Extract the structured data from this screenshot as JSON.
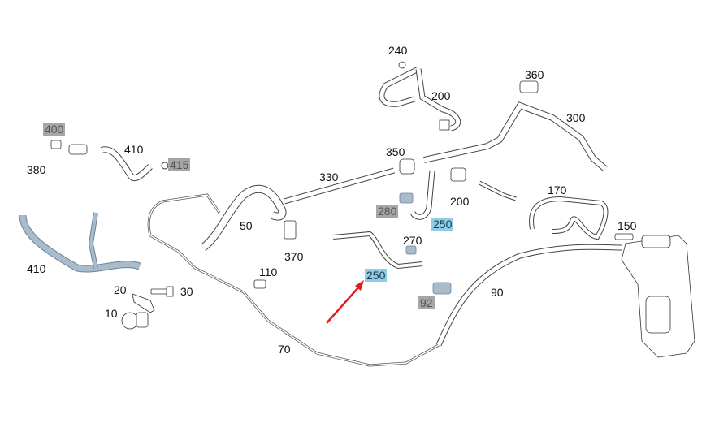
{
  "diagram": {
    "title": "Coolant hoses exploded parts diagram",
    "highlight_color": "#8fcde6",
    "grey_label_color": "#a6a6a6",
    "arrow_color": "#e8191c",
    "labels": [
      {
        "id": "l400",
        "text": "400",
        "style": "grey"
      },
      {
        "id": "l380",
        "text": "380",
        "style": "plain"
      },
      {
        "id": "l410a",
        "text": "410",
        "style": "plain"
      },
      {
        "id": "l415",
        "text": "415",
        "style": "grey"
      },
      {
        "id": "l410b",
        "text": "410",
        "style": "plain"
      },
      {
        "id": "l20",
        "text": "20",
        "style": "plain"
      },
      {
        "id": "l30",
        "text": "30",
        "style": "plain"
      },
      {
        "id": "l10",
        "text": "10",
        "style": "plain"
      },
      {
        "id": "l50",
        "text": "50",
        "style": "plain"
      },
      {
        "id": "l330",
        "text": "330",
        "style": "plain"
      },
      {
        "id": "l370",
        "text": "370",
        "style": "plain"
      },
      {
        "id": "l110",
        "text": "110",
        "style": "plain"
      },
      {
        "id": "l70",
        "text": "70",
        "style": "plain"
      },
      {
        "id": "l240",
        "text": "240",
        "style": "plain"
      },
      {
        "id": "l200a",
        "text": "200",
        "style": "plain"
      },
      {
        "id": "l360",
        "text": "360",
        "style": "plain"
      },
      {
        "id": "l300",
        "text": "300",
        "style": "plain"
      },
      {
        "id": "l350",
        "text": "350",
        "style": "plain"
      },
      {
        "id": "l200b",
        "text": "200",
        "style": "plain"
      },
      {
        "id": "l280",
        "text": "280",
        "style": "grey"
      },
      {
        "id": "l250a",
        "text": "250",
        "style": "blue"
      },
      {
        "id": "l270",
        "text": "270",
        "style": "plain"
      },
      {
        "id": "l250b",
        "text": "250",
        "style": "blue"
      },
      {
        "id": "l92",
        "text": "92",
        "style": "grey"
      },
      {
        "id": "l90",
        "text": "90",
        "style": "plain"
      },
      {
        "id": "l170",
        "text": "170",
        "style": "plain"
      },
      {
        "id": "l150",
        "text": "150",
        "style": "plain"
      }
    ]
  }
}
